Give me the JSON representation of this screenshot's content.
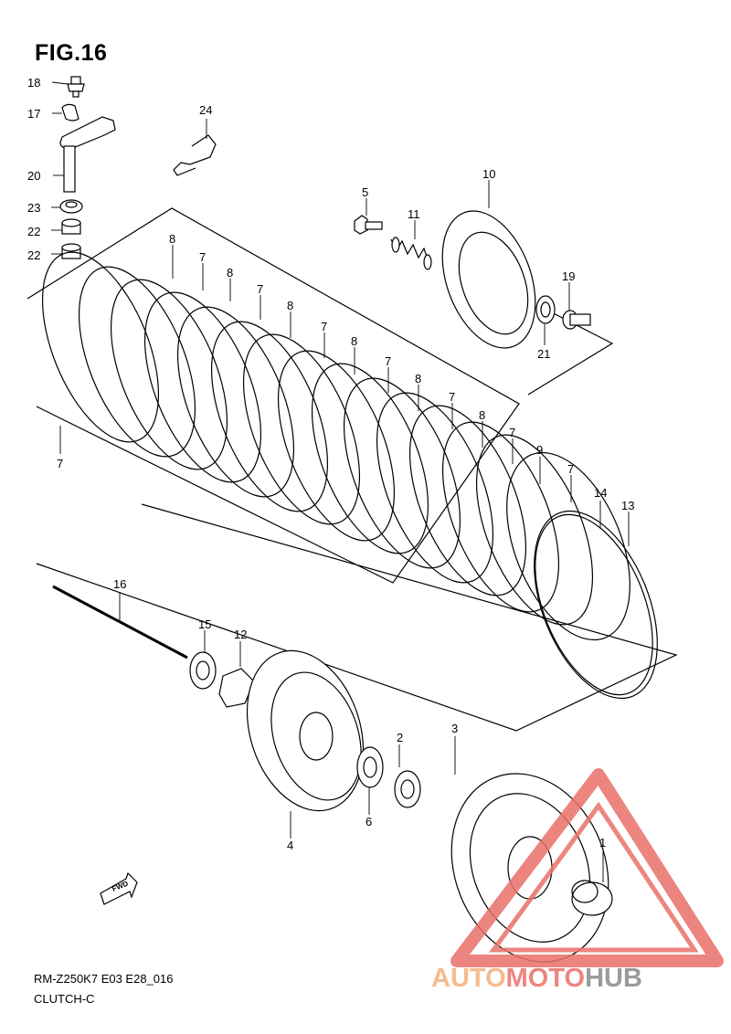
{
  "figure_title": "FIG.16",
  "footer": {
    "model_code": "RM-Z250K7 E03 E28_016",
    "section_name": "CLUTCH-C"
  },
  "fwd_marker_text": "FWD",
  "watermark": {
    "part_1": "AUTO",
    "part_2": "MOTO",
    "part_3": "HUB",
    "color_1": "#f5b07a",
    "color_2": "#e9706a",
    "color_3": "#8a8a8a"
  },
  "callouts": [
    {
      "id": "c18",
      "text": "18"
    },
    {
      "id": "c17",
      "text": "17"
    },
    {
      "id": "c20",
      "text": "20"
    },
    {
      "id": "c23",
      "text": "23"
    },
    {
      "id": "c22a",
      "text": "22"
    },
    {
      "id": "c22b",
      "text": "22"
    },
    {
      "id": "c24",
      "text": "24"
    },
    {
      "id": "c5",
      "text": "5"
    },
    {
      "id": "c10",
      "text": "10"
    },
    {
      "id": "c11",
      "text": "11"
    },
    {
      "id": "c19",
      "text": "19"
    },
    {
      "id": "c21",
      "text": "21"
    },
    {
      "id": "p8a",
      "text": "8"
    },
    {
      "id": "p7a",
      "text": "7"
    },
    {
      "id": "p8b",
      "text": "8"
    },
    {
      "id": "p7b",
      "text": "7"
    },
    {
      "id": "p8c",
      "text": "8"
    },
    {
      "id": "p7c",
      "text": "7"
    },
    {
      "id": "p8d",
      "text": "8"
    },
    {
      "id": "p7d",
      "text": "7"
    },
    {
      "id": "p8e",
      "text": "8"
    },
    {
      "id": "p7e",
      "text": "7"
    },
    {
      "id": "p8f",
      "text": "8"
    },
    {
      "id": "p7f",
      "text": "7"
    },
    {
      "id": "p9",
      "text": "9"
    },
    {
      "id": "p7g",
      "text": "7"
    },
    {
      "id": "c14",
      "text": "14"
    },
    {
      "id": "c13",
      "text": "13"
    },
    {
      "id": "p7low",
      "text": "7"
    },
    {
      "id": "c16",
      "text": "16"
    },
    {
      "id": "c15",
      "text": "15"
    },
    {
      "id": "c12",
      "text": "12"
    },
    {
      "id": "c2",
      "text": "2"
    },
    {
      "id": "c3",
      "text": "3"
    },
    {
      "id": "c4",
      "text": "4"
    },
    {
      "id": "c6",
      "text": "6"
    },
    {
      "id": "c1",
      "text": "1"
    }
  ]
}
